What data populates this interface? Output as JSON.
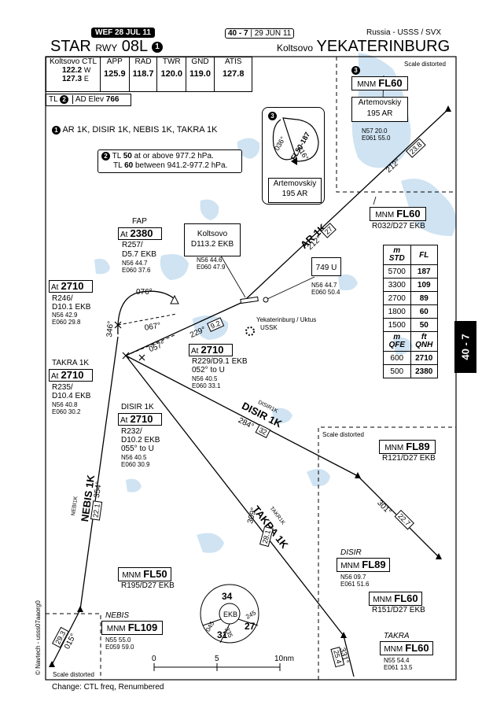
{
  "header": {
    "wef": "WEF 28 JUL 11",
    "chart_number": "40 - 7",
    "chart_date": "29 JUN 11",
    "country_code": "Russia - USSS / SVX",
    "title_star": "STAR",
    "title_rwy": "RWY",
    "title_runway": "08L",
    "title_note": "1",
    "city_prefix": "Koltsovo",
    "city": "YEKATERINBURG",
    "side_tab": "40 - 7"
  },
  "frequencies": {
    "ctl_label": "Koltsovo CTL",
    "ctl_freq_1": "122.2",
    "ctl_suffix_1": "W",
    "ctl_freq_2": "127.3",
    "ctl_suffix_2": "E",
    "app_label": "APP",
    "app_freq": "125.9",
    "rad_label": "RAD",
    "rad_freq": "118.7",
    "twr_label": "TWR",
    "twr_freq": "120.0",
    "gnd_label": "GND",
    "gnd_freq": "119.0",
    "atis_label": "ATIS",
    "atis_freq": "127.8"
  },
  "tl_box": {
    "tl_label": "TL",
    "tl_note": "2",
    "elev_label": "AD Elev",
    "elev_value": "766"
  },
  "notes": {
    "note1_num": "1",
    "note1_text": "AR 1K, DISIR 1K, NEBIS 1K, TAKRA 1K",
    "note2_num": "2",
    "note2_line1_a": "TL",
    "note2_line1_b": "50",
    "note2_line1_c": "at or above 977.2 hPa.",
    "note2_line2_a": "TL",
    "note2_line2_b": "60",
    "note2_line2_c": "between 941.2-977.2 hPa."
  },
  "holding": {
    "note_num": "3",
    "fl_range": "FL50-187",
    "inbound": "036°",
    "outbound": "216°",
    "fix_name": "Artemovskiy",
    "fix_ident": "195 AR"
  },
  "scale_distorted": "Scale distorted",
  "artemovskiy_box": {
    "note_num": "3",
    "mnm_label": "MNM",
    "mnm_fl": "FL60",
    "name": "Artemovskiy",
    "ident": "195 AR",
    "coord_1": "N57 20.0",
    "coord_2": "E061 55.0"
  },
  "ar_route": {
    "name": "AR 1K",
    "track": "212°",
    "dist_1": "23.8",
    "dist_2": "27"
  },
  "ar_mnm": {
    "mnm_label": "MNM",
    "mnm_fl": "FL60",
    "radial": "R032/D27 EKB"
  },
  "koltsovo_vor": {
    "name": "Koltsovo",
    "freq": "D113.2 EKB",
    "coord_1": "N56 44.6",
    "coord_2": "E060 47.9"
  },
  "ndb_749": {
    "ident": "749 U",
    "coord_1": "N56 44.7",
    "coord_2": "E060 50.4"
  },
  "airport": {
    "name": "Yekaterinburg / Uktus",
    "ident": "USSK"
  },
  "fap": {
    "label": "FAP",
    "at": "At",
    "alt": "2380",
    "radial": "R257/",
    "dme": "D5.7 EKB",
    "coord_1": "N56 44.7",
    "coord_2": "E060 37.6"
  },
  "wp_2710_a": {
    "at": "At",
    "alt": "2710",
    "radial": "R246/",
    "dme": "D10.1 EKB",
    "coord_1": "N56 42.9",
    "coord_2": "E060 29.8"
  },
  "wp_2710_b": {
    "at": "At",
    "alt": "2710",
    "radial": "R229/D9.1 EKB",
    "turn": "052° to U",
    "coord_1": "N56 40.5",
    "coord_2": "E060 33.1"
  },
  "takra_1k_wp": {
    "label": "TAKRA 1K",
    "at": "At",
    "alt": "2710",
    "radial": "R235/",
    "dme": "D10.4 EKB",
    "coord_1": "N56 40.8",
    "coord_2": "E060 30.2"
  },
  "disir_1k_wp": {
    "label": "DISIR 1K",
    "at": "At",
    "alt": "2710",
    "radial": "R232/",
    "dme": "D10.2 EKB",
    "turn": "055° to U",
    "coord_1": "N56 40.5",
    "coord_2": "E060 30.9"
  },
  "tracks": {
    "t076": "076°",
    "t067": "067°",
    "t057": "057°",
    "t346": "346°",
    "t229": "229°",
    "d229": "9.2"
  },
  "altitude_table": {
    "h1": "m",
    "h1b": "STD",
    "h2": "FL",
    "rows_std": [
      [
        "5700",
        "187"
      ],
      [
        "3300",
        "109"
      ],
      [
        "2700",
        "89"
      ],
      [
        "1800",
        "60"
      ],
      [
        "1500",
        "50"
      ]
    ],
    "h3": "m",
    "h3b": "QFE",
    "h4": "ft",
    "h4b": "QNH",
    "rows_qfe": [
      [
        "600",
        "2710"
      ],
      [
        "500",
        "2380"
      ]
    ]
  },
  "disir_route": {
    "name": "DISIR 1K",
    "small": "DISIR1K",
    "track": "284°",
    "dist": "32"
  },
  "disir_mnm": {
    "mnm_label": "MNM",
    "mnm_fl": "FL89",
    "radial": "R121/D27 EKB",
    "track": "301°",
    "dist": "22.7"
  },
  "disir_fix": {
    "name": "DISIR",
    "mnm_label": "MNM",
    "mnm_fl": "FL89",
    "coord_1": "N56 09.7",
    "coord_2": "E061 51.6"
  },
  "takra_route": {
    "name": "TAKRA 1K",
    "small": "TAKR1K",
    "track": "309°",
    "dist": "28.1"
  },
  "takra_mnm": {
    "mnm_label": "MNM",
    "mnm_fl": "FL60",
    "radial": "R151/D27 EKB",
    "track": "331°",
    "dist": "25.4"
  },
  "takra_fix": {
    "name": "TAKRA",
    "mnm_label": "MNM",
    "mnm_fl": "FL60",
    "coord_1": "N55 54.4",
    "coord_2": "E061 13.5"
  },
  "nebis_route": {
    "name": "NEBIS 1K",
    "small": "NEBI1K",
    "track": "354°",
    "dist": "22.1"
  },
  "nebis_mnm": {
    "mnm_label": "MNM",
    "mnm_fl": "FL50",
    "radial": "R195/D27 EKB"
  },
  "nebis_fix": {
    "name": "NEBIS",
    "mnm_label": "MNM",
    "mnm_fl": "FL109",
    "coord_1": "N55 55.0",
    "coord_2": "E059 59.0",
    "track": "015°",
    "dist": "29.3"
  },
  "msa": {
    "n": "34",
    "e": "27",
    "w": "31",
    "center": "EKB",
    "b1": "245",
    "b2": "045",
    "b3": "335"
  },
  "scale_bar": {
    "s0": "0",
    "s5": "5",
    "s10": "10nm"
  },
  "copyright": "© Navtech - usss07aaorg0",
  "change_note": "Change: CTL freq, Renumbered"
}
